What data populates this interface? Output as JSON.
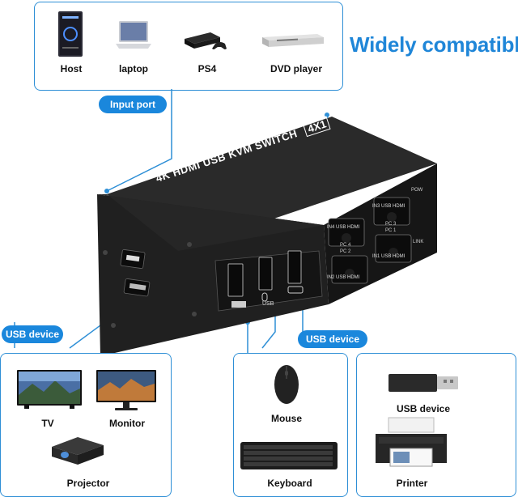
{
  "headline": "Widely compatible",
  "input_port": {
    "label": "Input port",
    "devices": [
      {
        "name": "Host",
        "icon": "desktop-tower-icon"
      },
      {
        "name": "laptop",
        "icon": "laptop-icon"
      },
      {
        "name": "PS4",
        "icon": "ps4-console-icon"
      },
      {
        "name": "DVD player",
        "icon": "dvd-player-icon"
      }
    ]
  },
  "kvm_device": {
    "top_text": "4K HDMI USB KVM SWITCH",
    "badge": "4X1",
    "front_usb_label": "USB",
    "port_labels": {
      "in4": "IN4",
      "in3": "IN3",
      "in2": "IN2",
      "in1": "IN1",
      "usb_hdmi": "USB HDMI",
      "pc4": "PC 4",
      "pc3": "PC 3",
      "pc2": "PC 2",
      "pc1": "PC 1",
      "pow": "POW",
      "link": "LINK"
    }
  },
  "usb_device_left": {
    "label": "USB device",
    "devices": [
      {
        "name": "TV",
        "icon": "tv-icon"
      },
      {
        "name": "Monitor",
        "icon": "monitor-icon"
      },
      {
        "name": "Projector",
        "icon": "projector-icon"
      }
    ]
  },
  "usb_device_right": {
    "label": "USB device",
    "devices": [
      {
        "name": "Mouse",
        "icon": "mouse-icon"
      },
      {
        "name": "Keyboard",
        "icon": "keyboard-icon"
      },
      {
        "name": "USB device",
        "icon": "usb-flash-drive-icon"
      },
      {
        "name": "Printer",
        "icon": "printer-icon"
      }
    ]
  },
  "colors": {
    "accent": "#1a87dc",
    "border": "#2e8fd6",
    "device_body": "#1c1c1c"
  }
}
